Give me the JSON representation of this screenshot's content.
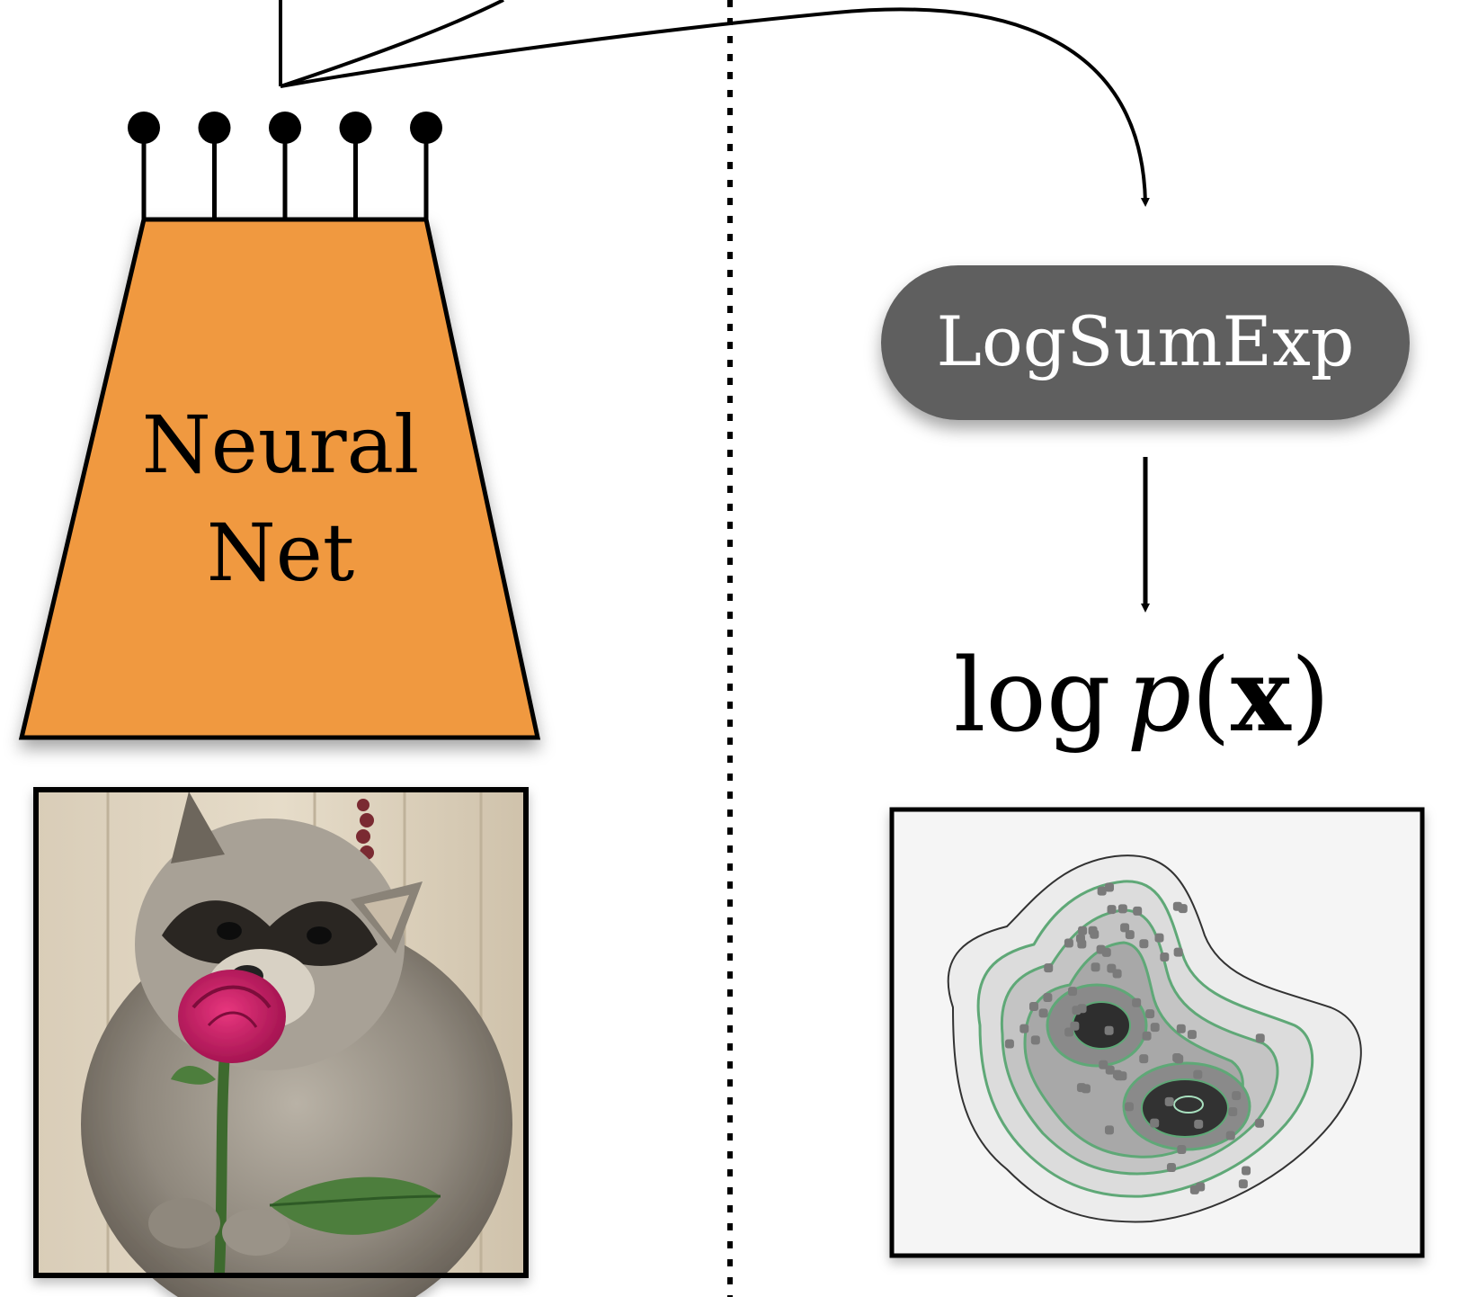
{
  "network": {
    "label_line1": "Neural",
    "label_line2": "Net",
    "fill_color": "#F0993F",
    "stroke_color": "#000000",
    "output_count": 5
  },
  "pooling": {
    "label": "LogSumExp",
    "fill_color": "#5F5F5F",
    "text_color": "#FFFFFF"
  },
  "output": {
    "log": "log",
    "p": "p",
    "open_paren": "(",
    "x": "x",
    "close_paren": ")"
  },
  "input_image": {
    "icon": "raccoon-with-rose-photo"
  },
  "density_plot": {
    "icon": "2d-density-contour-plot",
    "contour_color": "#5FA877"
  },
  "divider": {
    "style": "dotted"
  }
}
